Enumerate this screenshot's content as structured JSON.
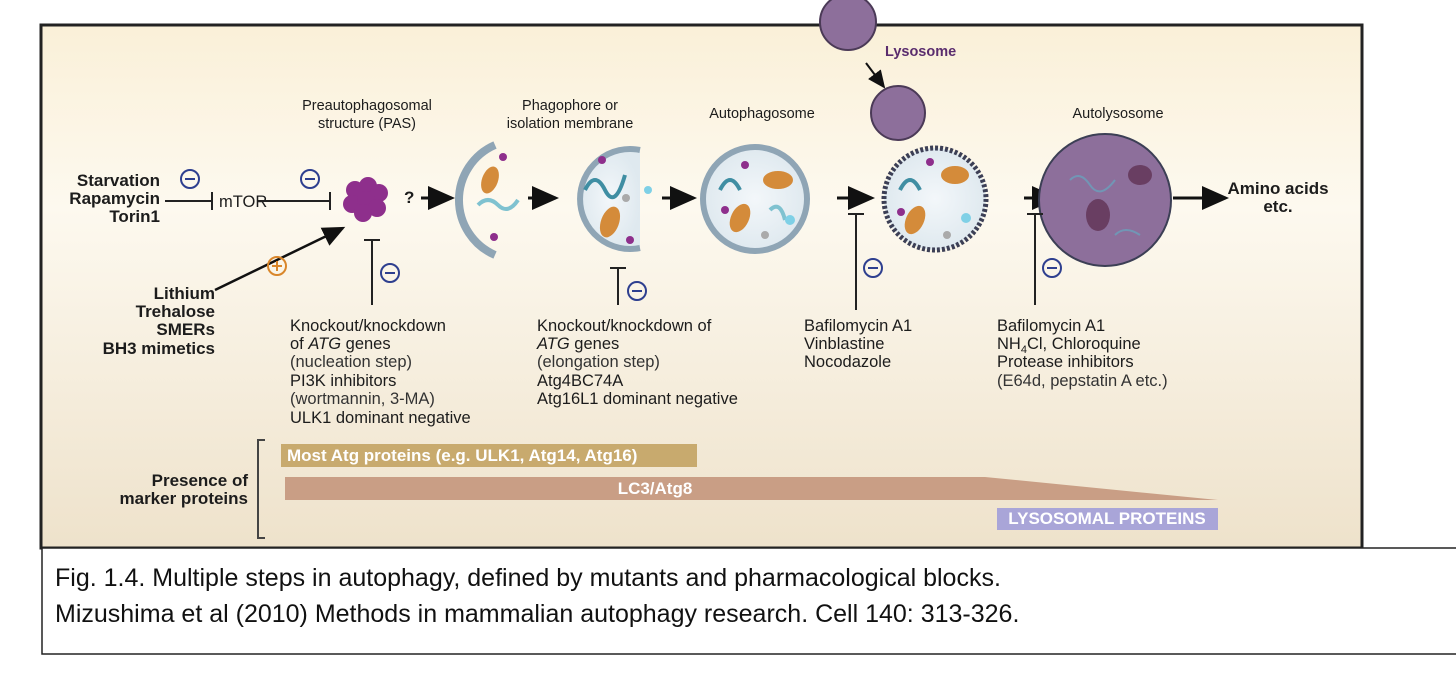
{
  "stimuli": {
    "items": [
      "Starvation",
      "Rapamycin",
      "Torin1"
    ],
    "target": "mTOR",
    "unknown": "?"
  },
  "inducers": {
    "items": [
      "Lithium",
      "Trehalose",
      "SMERs",
      "BH3 mimetics"
    ]
  },
  "stages": {
    "pas": [
      "Preautophagosomal",
      "structure (PAS)"
    ],
    "phagophore": [
      "Phagophore or",
      "isolation membrane"
    ],
    "autophagosome": "Autophagosome",
    "lysosome": "Lysosome",
    "autolysosome": "Autolysosome",
    "output": [
      "Amino acids",
      "etc."
    ]
  },
  "inhibitors": {
    "nucleation": {
      "l1": "Knockout/knockdown",
      "l2a": "of ",
      "l2b": "ATG",
      "l2c": " genes",
      "l3": "(nucleation step)",
      "l4": "PI3K inhibitors",
      "l5": "(wortmannin, 3-MA)",
      "l6": "ULK1 dominant negative"
    },
    "elongation": {
      "l1": "Knockout/knockdown of",
      "l2b": "ATG",
      "l2c": " genes",
      "l3": "(elongation step)",
      "l4": "Atg4BC74A",
      "l5": "Atg16L1 dominant negative"
    },
    "fusion": [
      "Bafilomycin A1",
      "Vinblastine",
      "Nocodazole"
    ],
    "degradation": {
      "l1": "Bafilomycin A1",
      "l2a": "NH",
      "l2sub": "4",
      "l2c": "Cl, Chloroquine",
      "l3": "Protease inhibitors",
      "l4": "(E64d, pepstatin A etc.)"
    }
  },
  "markers": {
    "label": [
      "Presence of",
      "marker proteins"
    ],
    "atg": "Most Atg proteins (e.g. ULK1, Atg14, Atg16)",
    "lc3": "LC3/Atg8",
    "lysosomal": "LYSOSOMAL PROTEINS"
  },
  "symbols": {
    "minus": "⊖",
    "plus": "⊕"
  },
  "colors": {
    "inhibit": "#2e3f8f",
    "activate": "#d9862a",
    "pas": "#8e2f8c",
    "lysosome": "#8d6f9b",
    "atg_bar": "#c8aa6e",
    "lc3_bar": "#c99e85",
    "lyso_bar": "#a9a5d8"
  },
  "caption": [
    "Fig. 1.4. Multiple steps in autophagy, defined by mutants and pharmacological blocks.",
    "Mizushima et al (2010) Methods in mammalian autophagy research. Cell 140: 313-326."
  ]
}
